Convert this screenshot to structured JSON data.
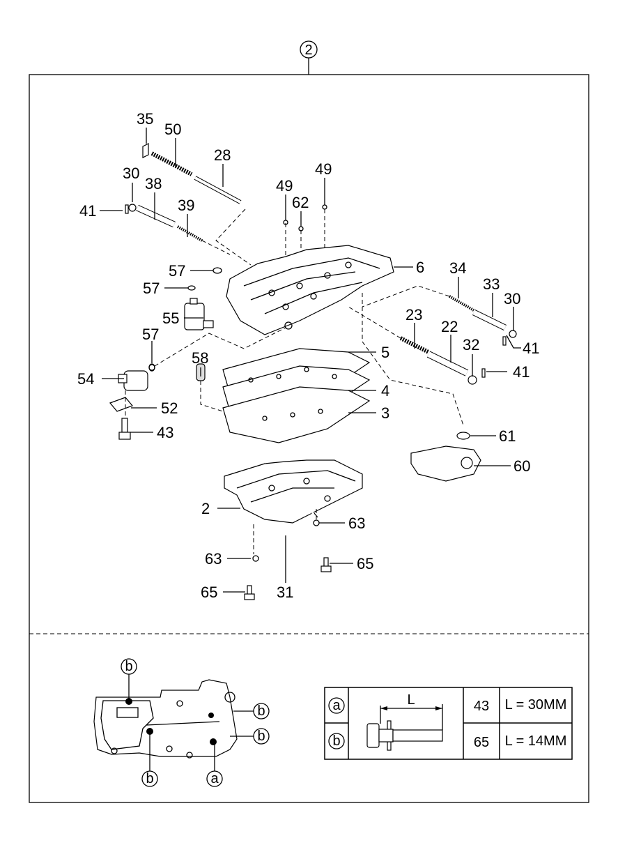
{
  "assembly_callout": "2",
  "callouts": [
    {
      "id": "c35",
      "text": "35"
    },
    {
      "id": "c50",
      "text": "50"
    },
    {
      "id": "c28",
      "text": "28"
    },
    {
      "id": "c30a",
      "text": "30"
    },
    {
      "id": "c38",
      "text": "38"
    },
    {
      "id": "c41a",
      "text": "41"
    },
    {
      "id": "c39",
      "text": "39"
    },
    {
      "id": "c49a",
      "text": "49"
    },
    {
      "id": "c62",
      "text": "62"
    },
    {
      "id": "c49b",
      "text": "49"
    },
    {
      "id": "c57a",
      "text": "57"
    },
    {
      "id": "c57b",
      "text": "57"
    },
    {
      "id": "c6",
      "text": "6"
    },
    {
      "id": "c34",
      "text": "34"
    },
    {
      "id": "c33",
      "text": "33"
    },
    {
      "id": "c30b",
      "text": "30"
    },
    {
      "id": "c55",
      "text": "55"
    },
    {
      "id": "c41b",
      "text": "41"
    },
    {
      "id": "c23",
      "text": "23"
    },
    {
      "id": "c22",
      "text": "22"
    },
    {
      "id": "c32",
      "text": "32"
    },
    {
      "id": "c41c",
      "text": "41"
    },
    {
      "id": "c57c",
      "text": "57"
    },
    {
      "id": "c58",
      "text": "58"
    },
    {
      "id": "c5",
      "text": "5"
    },
    {
      "id": "c54",
      "text": "54"
    },
    {
      "id": "c4",
      "text": "4"
    },
    {
      "id": "c52",
      "text": "52"
    },
    {
      "id": "c3",
      "text": "3"
    },
    {
      "id": "c43",
      "text": "43"
    },
    {
      "id": "c61",
      "text": "61"
    },
    {
      "id": "c60",
      "text": "60"
    },
    {
      "id": "c2",
      "text": "2"
    },
    {
      "id": "c63a",
      "text": "63"
    },
    {
      "id": "c63b",
      "text": "63"
    },
    {
      "id": "c65a",
      "text": "65"
    },
    {
      "id": "c31",
      "text": "31"
    },
    {
      "id": "c65b",
      "text": "65"
    }
  ],
  "detail_markers": {
    "b1": "b",
    "b2": "b",
    "b3": "b",
    "b4": "b",
    "a1": "a"
  },
  "bolt_table": {
    "dimension_label": "L",
    "rows": [
      {
        "marker": "a",
        "part": "43",
        "length": "L = 30MM"
      },
      {
        "marker": "b",
        "part": "65",
        "length": "L = 14MM"
      }
    ]
  }
}
